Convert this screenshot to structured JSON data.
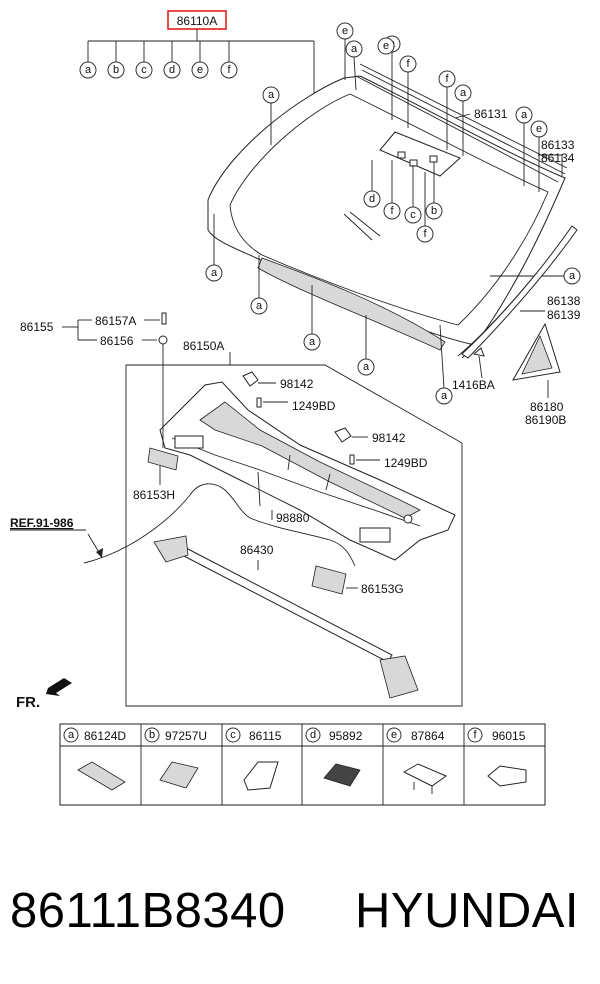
{
  "header": {
    "assembly_number": "86110A"
  },
  "callout_letters": [
    "a",
    "b",
    "c",
    "d",
    "e",
    "f"
  ],
  "part_labels": {
    "p86131": "86131",
    "p86133": "86133",
    "p86134": "86134",
    "p86155": "86155",
    "p86157A": "86157A",
    "p86156": "86156",
    "p86150A": "86150A",
    "p98142a": "98142",
    "p1249BDa": "1249BD",
    "p98142b": "98142",
    "p1249BDb": "1249BD",
    "p86153H": "86153H",
    "p98880": "98880",
    "p86430": "86430",
    "p86153G": "86153G",
    "p86138": "86138",
    "p86139": "86139",
    "p1416BA": "1416BA",
    "p86180": "86180",
    "p86190B": "86190B",
    "ref": "REF.91-986",
    "front": "FR."
  },
  "legend": [
    {
      "letter": "a",
      "part": "86124D"
    },
    {
      "letter": "b",
      "part": "97257U"
    },
    {
      "letter": "c",
      "part": "86115"
    },
    {
      "letter": "d",
      "part": "95892"
    },
    {
      "letter": "e",
      "part": "87864"
    },
    {
      "letter": "f",
      "part": "96015"
    }
  ],
  "footer": {
    "part_number": "86111B8340",
    "brand": "HYUNDAI"
  },
  "colors": {
    "highlight_box": "#e0201b",
    "line": "#222222"
  }
}
